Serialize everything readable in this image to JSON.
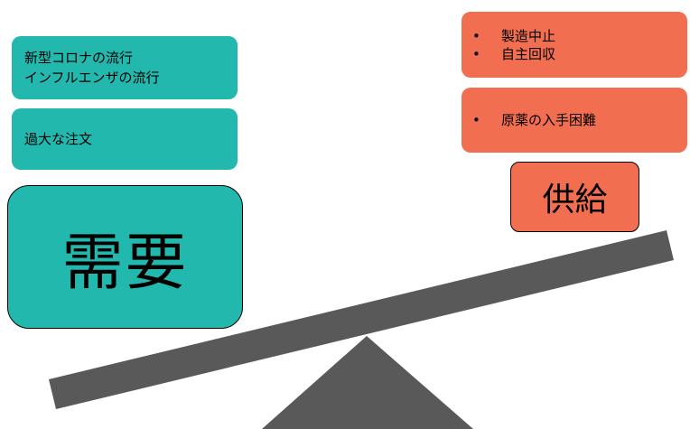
{
  "demand": {
    "label": "需要",
    "reasons": [
      {
        "lines": [
          "新型コロナの流行",
          "インフルエンザの流行"
        ]
      },
      {
        "lines": [
          "過大な注文"
        ]
      }
    ]
  },
  "supply": {
    "label": "供給",
    "reasons": [
      {
        "items": [
          "製造中止",
          "自主回収"
        ]
      },
      {
        "items": [
          "原薬の入手困難"
        ]
      }
    ]
  },
  "colors": {
    "demand": "#22b8ae",
    "supply": "#f26e50",
    "beam": "#595959",
    "fulcrum": "#595959"
  }
}
